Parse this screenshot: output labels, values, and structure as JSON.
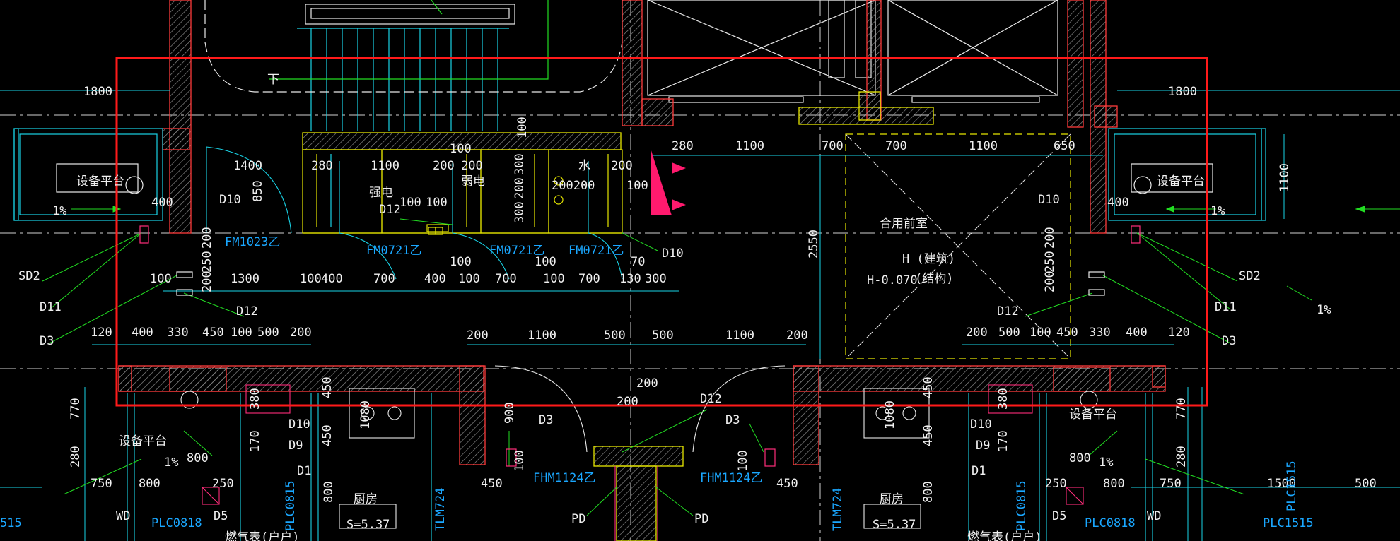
{
  "drawing": {
    "colors": {
      "background": "#000000",
      "wall": "#ff3b3b",
      "hatch": "#9a9a9a",
      "cyan": "#19d3e6",
      "yellow": "#e6e600",
      "green": "#22dd22",
      "blue": "#1aa7ff",
      "white": "#f0f0f0",
      "highlight": "#ff1a1a",
      "magenta": "#ff2d7a"
    },
    "labels": {
      "down_arrow": "下",
      "equipment_left": "设备平台",
      "equipment_right": "设备平台",
      "equipment_lower_left": "设备平台",
      "equipment_lower_right": "设备平台",
      "strong_power": "强电",
      "weak_power": "弱电",
      "water": "水",
      "shared_lobby": "合用前室",
      "h_building": "H (建筑)",
      "h_structure": "(结构)",
      "elevation": "H-0.070",
      "kitchen_left": "厨房",
      "kitchen_right": "厨房",
      "area_left": "S=5.37",
      "area_right": "S=5.37",
      "gas_left": "燃气表(户户)",
      "gas_right": "燃气表(户户)"
    },
    "tags": {
      "fm1023": "FM1023乙",
      "fm0721_a": "FM0721乙",
      "fm0721_b": "FM0721乙",
      "fm0721_c": "FM0721乙",
      "fhm1124_a": "FHM1124乙",
      "fhm1124_b": "FHM1124乙",
      "plc0815_a": "PLC0815",
      "plc0815_b": "PLC0815",
      "plc0818_a": "PLC0818",
      "plc0818_b": "PLC0818",
      "plc1515_a": "PLC1515",
      "plc1515_b": "PLC1515",
      "tlm724_a": "TLM724",
      "tlm724_b": "TLM724",
      "sd2_a": "SD2",
      "sd2_b": "SD2",
      "d11_a": "D11",
      "d11_b": "D11",
      "d3_a": "D3",
      "d3_b": "D3",
      "d3_c": "D3",
      "d3_d": "D3",
      "d10_a": "D10",
      "d10_b": "D10",
      "d10_c": "D10",
      "d10_d": "D10",
      "d10_e": "D10",
      "d12_a": "D12",
      "d12_b": "D12",
      "d12_c": "D12",
      "d12_d": "D12",
      "d9_a": "D9",
      "d9_b": "D9",
      "d1_a": "D1",
      "d1_b": "D1",
      "d5_a": "D5",
      "d5_b": "D5",
      "pd_a": "PD",
      "pd_b": "PD",
      "wd_a": "WD",
      "wd_b": "WD",
      "slope_a": "1%",
      "slope_b": "1%",
      "slope_c": "1%",
      "slope_d": "1%",
      "slope_e": "1%"
    },
    "dims": {
      "top_1800_left": "1800",
      "top_1800_right": "1800",
      "d1400": "1400",
      "d850": "850",
      "d280_a": "280",
      "d1100_a": "1100",
      "d200_a": "200",
      "d200_b": "200",
      "d300_a": "300",
      "d200_c": "200",
      "d300_b": "300",
      "d100_a": "100",
      "d100_b": "100",
      "d100_c": "100",
      "d100_d": "100",
      "d200200": "200200",
      "d200_d": "200",
      "d100_e": "100",
      "d280_b": "280",
      "d1100_b": "1100",
      "d700_a": "700",
      "d700_b": "700",
      "d1100_c": "1100",
      "d650": "650",
      "d2550": "2550",
      "d1100_v": "1100",
      "d400_a": "400",
      "d400_b": "400",
      "d200_e": "200",
      "d250_a": "250",
      "d200_f": "200",
      "d200_g": "200",
      "d250_b": "250",
      "d200_h": "200",
      "d100_f": "100",
      "d1300": "1300",
      "d100_g": "100",
      "d400_c": "400",
      "d700_c": "700",
      "d400_d": "400",
      "d100_h": "100",
      "d700_d": "700",
      "d100_i": "100",
      "d700_e": "700",
      "d130": "130",
      "d300_c": "300",
      "d100_j": "100",
      "d100_k": "100",
      "d70": "70",
      "d120_a": "120",
      "d400_e": "400",
      "d330_a": "330",
      "d450_a": "450",
      "d100_l": "100",
      "d500_a": "500",
      "d200_i": "200",
      "d200_j": "200",
      "d1100_d": "1100",
      "d500_b": "500",
      "d500_c": "500",
      "d1100_e": "1100",
      "d200_k": "200",
      "d200_l": "200",
      "d500_d": "500",
      "d100_m": "100",
      "d450_b": "450",
      "d330_b": "330",
      "d400_f": "400",
      "d120_b": "120",
      "d200_m": "200",
      "d200_n": "200",
      "d770_a": "770",
      "d770_b": "770",
      "d280_c": "280",
      "d280_d": "280",
      "d750_a": "750",
      "d750_b": "750",
      "d800_a": "800",
      "d800_b": "800",
      "d800_c": "800",
      "d800_d": "800",
      "d250_c": "250",
      "d250_d": "250",
      "d450_c": "450",
      "d450_d": "450",
      "d450_e": "450",
      "d450_f": "450",
      "d900": "900",
      "d100_n": "100",
      "d100_o": "100",
      "d800_e": "800",
      "d800_f": "800",
      "d1500": "1500",
      "d500_e": "500",
      "d1080_a": "1080",
      "d1080_b": "1080",
      "d170_a": "170",
      "d170_b": "170",
      "d380_a": "380",
      "d380_b": "380",
      "d515": "515"
    }
  }
}
